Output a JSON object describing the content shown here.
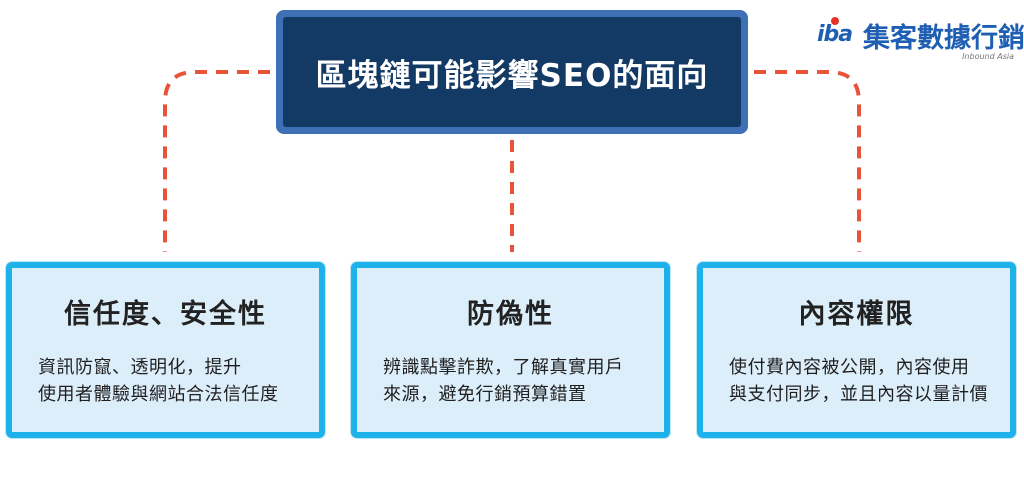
{
  "root": {
    "title": "區塊鏈可能影響SEO的面向"
  },
  "cards": [
    {
      "title": "信任度、安全性",
      "lines": [
        "資訊防竄、透明化，提升",
        "使用者體驗與網站合法信任度"
      ]
    },
    {
      "title": "防偽性",
      "lines": [
        "辨識點擊詐欺，了解真實用戶",
        "來源，避免行銷預算錯置"
      ]
    },
    {
      "title": "內容權限",
      "lines": [
        "使付費內容被公開，內容使用",
        "與支付同步，並且內容以量計價"
      ]
    }
  ],
  "logo": {
    "mark": "iba",
    "name": "集客數據行銷",
    "subtitle": "Inbound Asia"
  },
  "colors": {
    "root_border": "#3f6fb5",
    "root_fill": "#133965",
    "card_border": "#1fb2ea",
    "card_fill": "#ddeefb",
    "connector": "#e8533a",
    "logo_blue": "#1f5fb3",
    "logo_red": "#e8332a"
  }
}
